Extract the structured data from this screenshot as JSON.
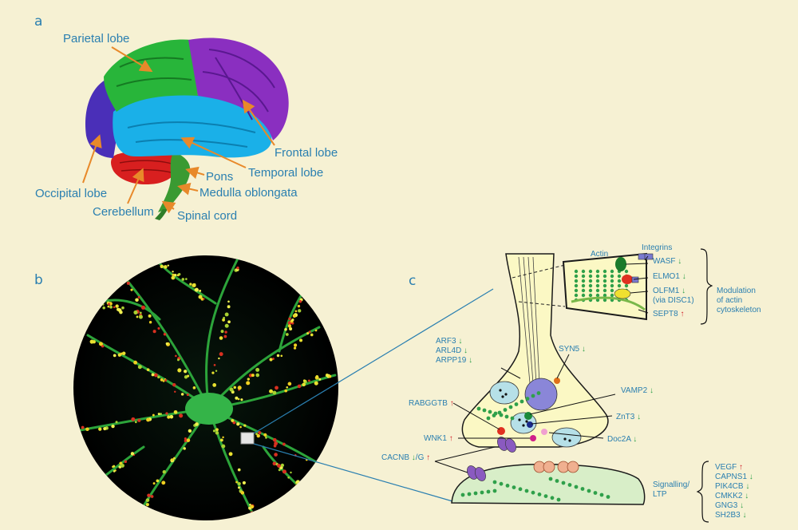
{
  "panels": {
    "a": "a",
    "b": "b",
    "c": "c"
  },
  "brain": {
    "parietal": "Parietal lobe",
    "frontal": "Frontal lobe",
    "temporal": "Temporal lobe",
    "occipital": "Occipital lobe",
    "pons": "Pons",
    "medulla": "Medulla oblongata",
    "cerebellum": "Cerebellum",
    "spinal": "Spinal cord"
  },
  "synapse": {
    "actin": "Actin",
    "integrins": "Integrins",
    "wasf": "WASF",
    "elmo1": "ELMO1",
    "olfm1": "OLFM1",
    "via_disc1": "(via DISC1)",
    "sept8": "SEPT8",
    "modulation": [
      "Modulation",
      "of actin",
      "cytoskeleton"
    ],
    "arf3": "ARF3",
    "arl4d": "ARL4D",
    "arpp19": "ARPP19",
    "syn5": "SYN5",
    "vamp2": "VAMP2",
    "rabggtb": "RABGGTB",
    "znt3": "ZnT3",
    "wnk1": "WNK1",
    "doc2a": "Doc2A",
    "cacnb": "CACNB",
    "cacnb_suffix": "/G",
    "signalling": [
      "Signalling/",
      "LTP"
    ],
    "signalling_genes": [
      "VEGF",
      "CAPNS1",
      "PIK4CB",
      "CMKK2",
      "GNG3",
      "SH2B3"
    ],
    "arrow_up": "↑",
    "arrow_down": "↓"
  },
  "colors": {
    "background": "#f6f1d3",
    "label": "#2a7fb0",
    "up_arrow": "#d0202a",
    "down_arrow": "#2fa04a",
    "pointer": "#e8892a"
  }
}
